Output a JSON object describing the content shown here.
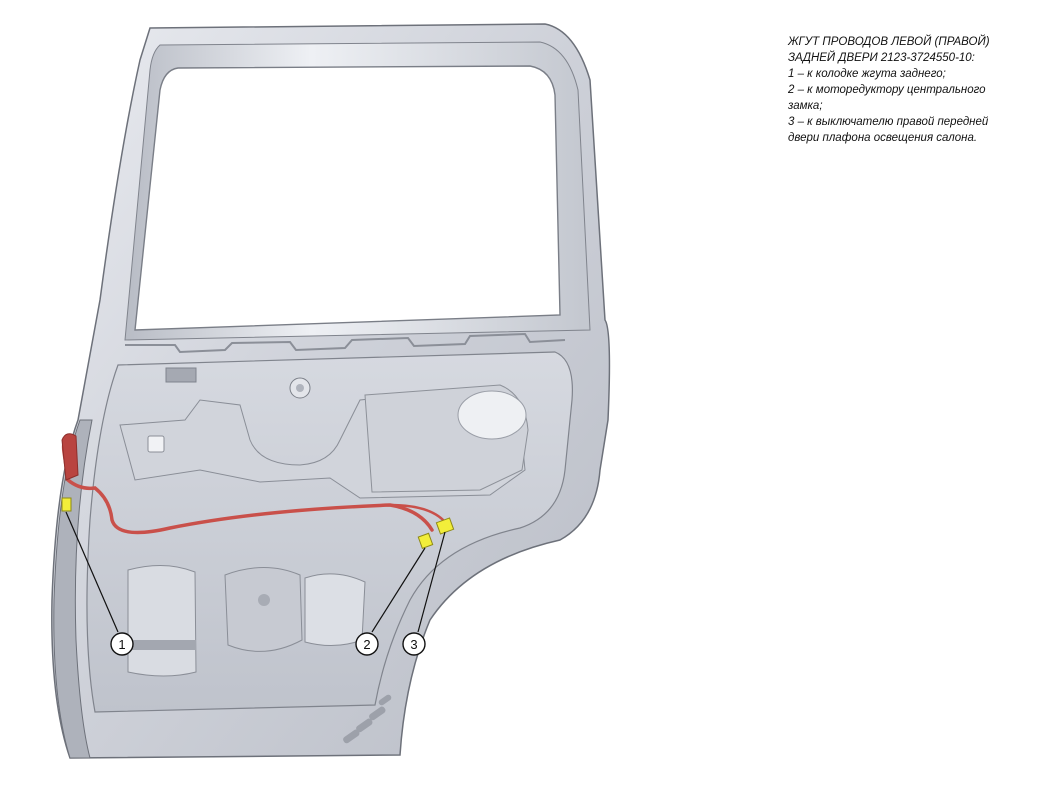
{
  "caption": {
    "title_line1": "ЖГУТ ПРОВОДОВ ЛЕВОЙ (ПРАВОЙ)",
    "title_line2": "ЗАДНЕЙ ДВЕРИ 2123-3724550-10:",
    "item1": "1 – к колодке жгута заднего;",
    "item2_line1": "2 – к моторедуктору центрального",
    "item2_line2": "замка;",
    "item3_line1": "3 – к выключателю правой передней",
    "item3_line2": "двери плафона освещения салона."
  },
  "callouts": [
    {
      "number": "1"
    },
    {
      "number": "2"
    },
    {
      "number": "3"
    }
  ],
  "colors": {
    "door_panel": "#c9ccd4",
    "door_highlight": "#eceef2",
    "door_shadow": "#9ea3ad",
    "harness": "#c9504a",
    "connector": "#f2ee3a",
    "outline": "#6d717a"
  }
}
